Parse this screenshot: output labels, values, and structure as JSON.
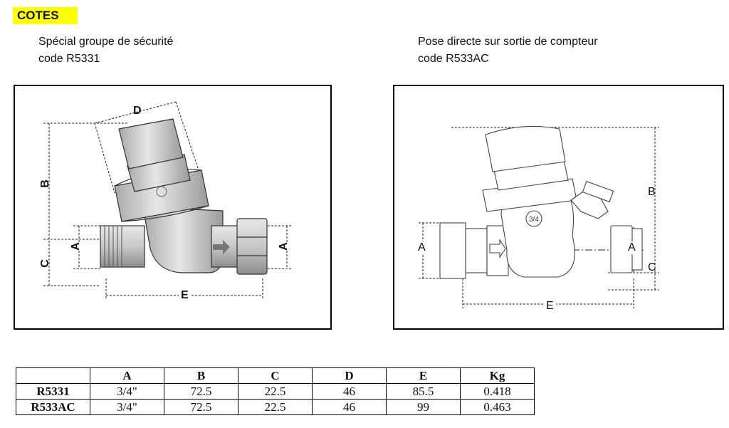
{
  "heading": "COTES",
  "left": {
    "caption1": "Spécial groupe de sécurité",
    "caption2": "code R5331",
    "dims": [
      "D",
      "B",
      "C",
      "A",
      "A",
      "E"
    ]
  },
  "right": {
    "caption1": "Pose directe sur sortie de compteur",
    "caption2": "code R533AC",
    "dims": [
      "B",
      "A",
      "A",
      "C",
      "E"
    ],
    "gauge_label": "3/4"
  },
  "table": {
    "headers": [
      "",
      "A",
      "B",
      "C",
      "D",
      "E",
      "Kg"
    ],
    "rows": [
      [
        "R5331",
        "3/4\"",
        "72.5",
        "22.5",
        "46",
        "85.5",
        "0.418"
      ],
      [
        "R533AC",
        "3/4\"",
        "72.5",
        "22.5",
        "46",
        "99",
        "0.463"
      ]
    ]
  },
  "colors": {
    "highlight": "#ffff00",
    "valve_body": "#d8d8d8",
    "valve_shade": "#b0b0b0"
  }
}
